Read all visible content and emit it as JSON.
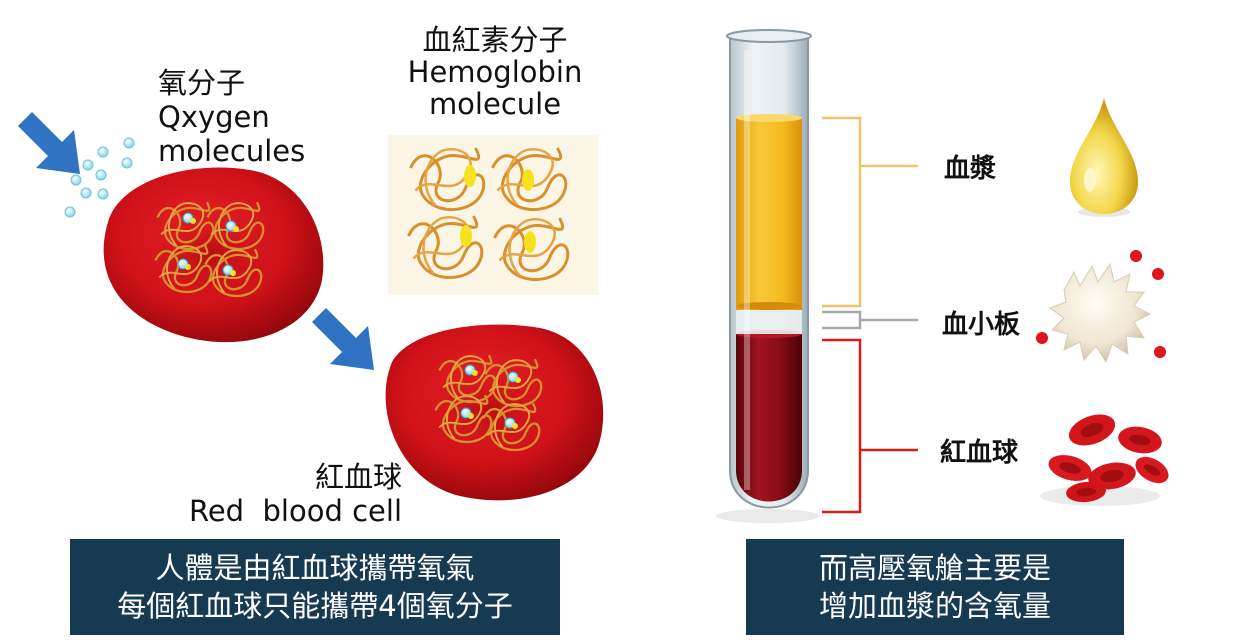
{
  "labels": {
    "oxygen_zh": "氧分子",
    "oxygen_en": "Qxygen",
    "oxygen_en2": "molecules",
    "hemoglobin_zh": "血紅素分子",
    "hemoglobin_en": "Hemoglobin",
    "hemoglobin_en2": "molecule",
    "rbc_zh": "紅血球",
    "rbc_en": "Red  blood cell"
  },
  "tube_labels": {
    "plasma": "血漿",
    "platelet": "血小板",
    "rbc": "紅血球"
  },
  "captions": {
    "left_line1": "人體是由紅血球攜帶氧氣",
    "left_line2": "每個紅血球只能攜帶4個氧分子",
    "right_line1": "而高壓氧艙主要是",
    "right_line2": "增加血漿的含氧量"
  },
  "colors": {
    "caption_bg": "#163a52",
    "arrow_blue": "#2f73c2",
    "cell_red": "#d0141a",
    "plasma_yellow": "#f2b418",
    "blood_red": "#8e0c16",
    "bracket_plasma": "#f2c46a",
    "bracket_platelet": "#a8a8a8",
    "bracket_rbc": "#d61b1b"
  }
}
